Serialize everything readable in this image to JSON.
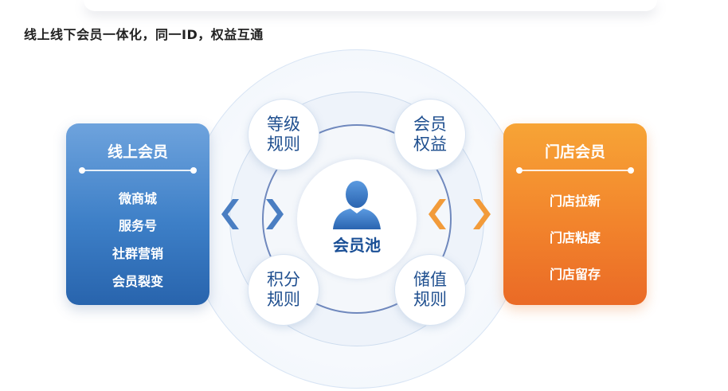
{
  "title": "线上线下会员一体化，同一ID，权益互通",
  "center": {
    "label": "会员池",
    "icon": "user-avatar-icon"
  },
  "bubbles": [
    {
      "line1": "等级",
      "line2": "规则"
    },
    {
      "line1": "会员",
      "line2": "权益"
    },
    {
      "line1": "积分",
      "line2": "规则"
    },
    {
      "line1": "储值",
      "line2": "规则"
    }
  ],
  "left_card": {
    "title": "线上会员",
    "items": [
      "微商城",
      "服务号",
      "社群营销",
      "会员裂变"
    ]
  },
  "right_card": {
    "title": "门店会员",
    "items": [
      "门店拉新",
      "门店粘度",
      "门店留存"
    ]
  },
  "colors": {
    "online_blue": "#3d7fc7",
    "offline_orange": "#f2842c",
    "bubble_text": "#1f4f8f",
    "chevron_blue": "#4a7ec2",
    "chevron_orange": "#f29b3a"
  }
}
